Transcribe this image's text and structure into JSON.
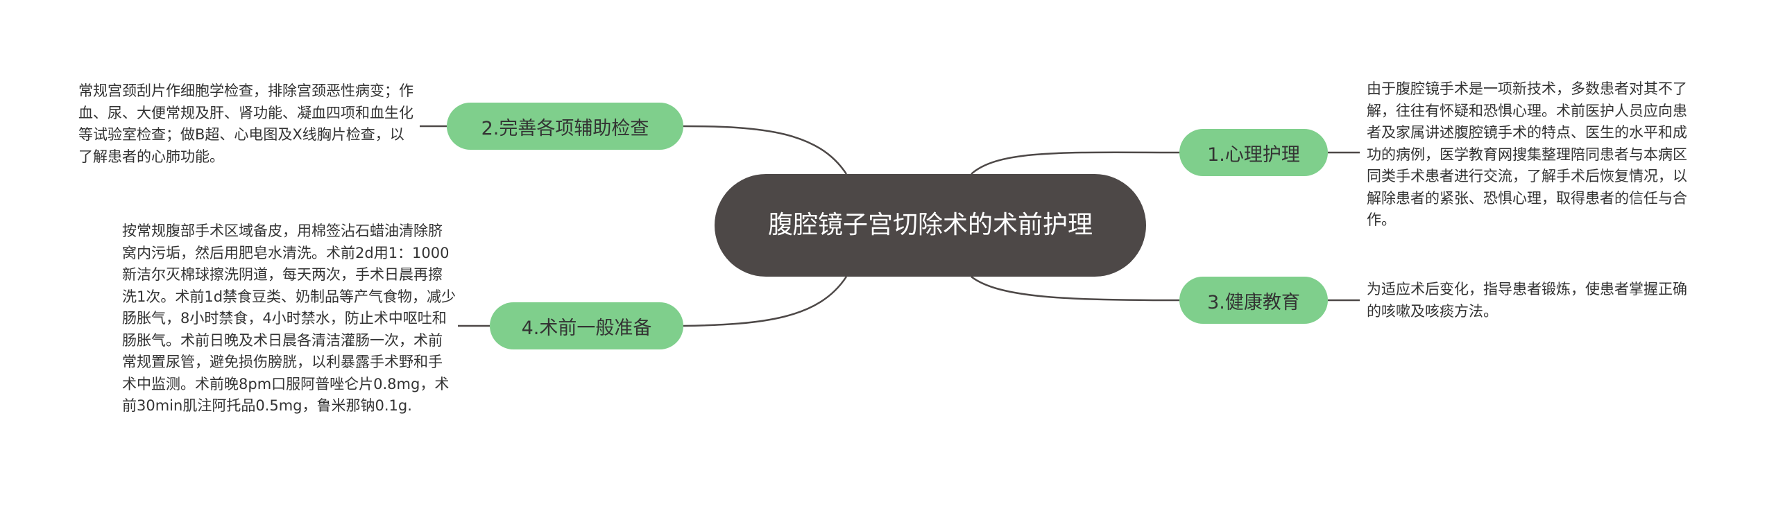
{
  "center": {
    "title": "腹腔镜子宫切除术的术前护理"
  },
  "branches": [
    {
      "label": "1.心理护理",
      "detail": "由于腹腔镜手术是一项新技术，多数患者对其不了解，往往有怀疑和恐惧心理。术前医护人员应向患者及家属讲述腹腔镜手术的特点、医生的水平和成功的病例，医学教育网搜集整理陪同患者与本病区同类手术患者进行交流，了解手术后恢复情况，以解除患者的紧张、恐惧心理，取得患者的信任与合作。"
    },
    {
      "label": "2.完善各项辅助检查",
      "detail": "常规宫颈刮片作细胞学检查，排除宫颈恶性病变；作血、尿、大便常规及肝、肾功能、凝血四项和血生化等试验室检查；做B超、心电图及X线胸片检查，以了解患者的心肺功能。"
    },
    {
      "label": "3.健康教育",
      "detail": "为适应术后变化，指导患者锻炼，使患者掌握正确的咳嗽及咳痰方法。"
    },
    {
      "label": "4.术前一般准备",
      "detail": "按常规腹部手术区域备皮，用棉签沾石蜡油清除脐窝内污垢，然后用肥皂水清洗。术前2d用1：1000新洁尔灭棉球擦洗阴道，每天两次，手术日晨再擦洗1次。术前1d禁食豆类、奶制品等产气食物，减少肠胀气，8小时禁食，4小时禁水，防止术中呕吐和肠胀气。术前日晚及术日晨各清洁灌肠一次，术前常规置尿管，避免损伤膀胱，以利暴露手术野和手术中监测。术前晚8pm口服阿普唑仑片0.8mg，术前30min肌注阿托品0.5mg，鲁米那钠0.1g."
    }
  ],
  "colors": {
    "center_bg": "#4d4847",
    "branch_bg": "#7fcf8c",
    "line": "#4d4847",
    "text": "#333333"
  }
}
